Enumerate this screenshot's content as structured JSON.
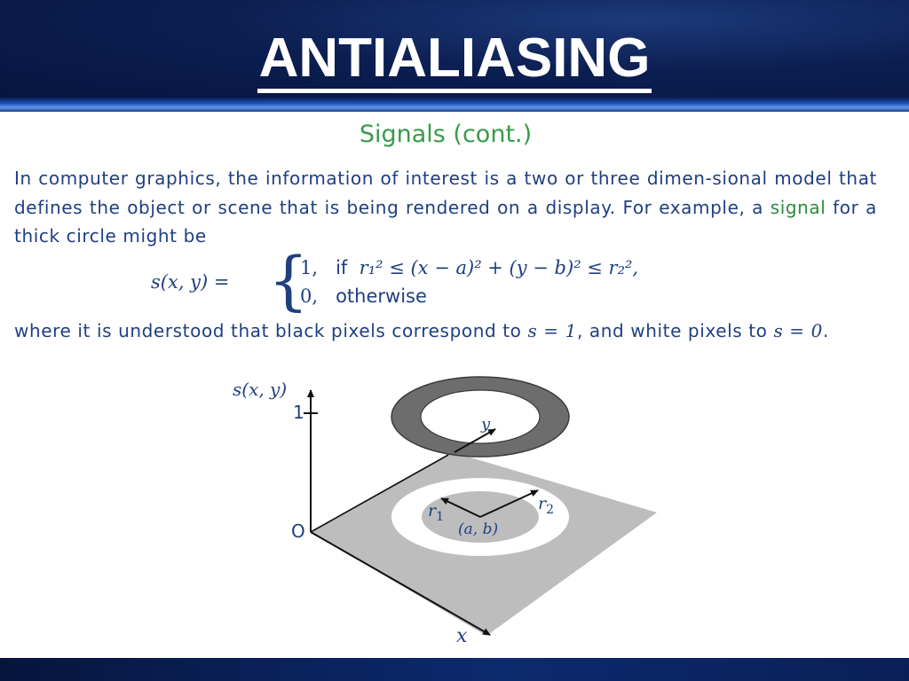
{
  "slide": {
    "title": "ANTIALIASING",
    "subtitle": "Signals (cont.)"
  },
  "para1": {
    "before": "In computer graphics, the information of interest is a two or three dimen-sional model that defines the object or scene that is being rendered on a display. For example, a ",
    "keyword": "signal",
    "after": " for a thick circle might be"
  },
  "formula": {
    "lhs": "s(x, y) =",
    "case1_value": "1,",
    "case1_if": "if",
    "case1_condition": "r₁² ≤ (x − a)² + (y − b)² ≤ r₂²,",
    "case2_value": "0,",
    "case2_text": "otherwise"
  },
  "para2": {
    "text1": "where it is understood that black pixels correspond to ",
    "m1": "s = 1",
    "text2": ", and white pixels to ",
    "m2": "s = 0",
    "text3": "."
  },
  "diagram": {
    "axis_s_label": "s(x, y)",
    "tick_1": "1",
    "origin": "O",
    "axis_x_label": "x",
    "axis_y_label": "y",
    "r1_label": "r",
    "r1_sub": "1",
    "r2_label": "r",
    "r2_sub": "2",
    "center_label": "(a, b)"
  },
  "colors": {
    "header_bg": "#0c1f52",
    "accent_blue": "#1f3f80",
    "accent_green": "#3a9a4a",
    "ring_dark": "#6d6d6d",
    "plane_gray": "#bdbdbd"
  }
}
